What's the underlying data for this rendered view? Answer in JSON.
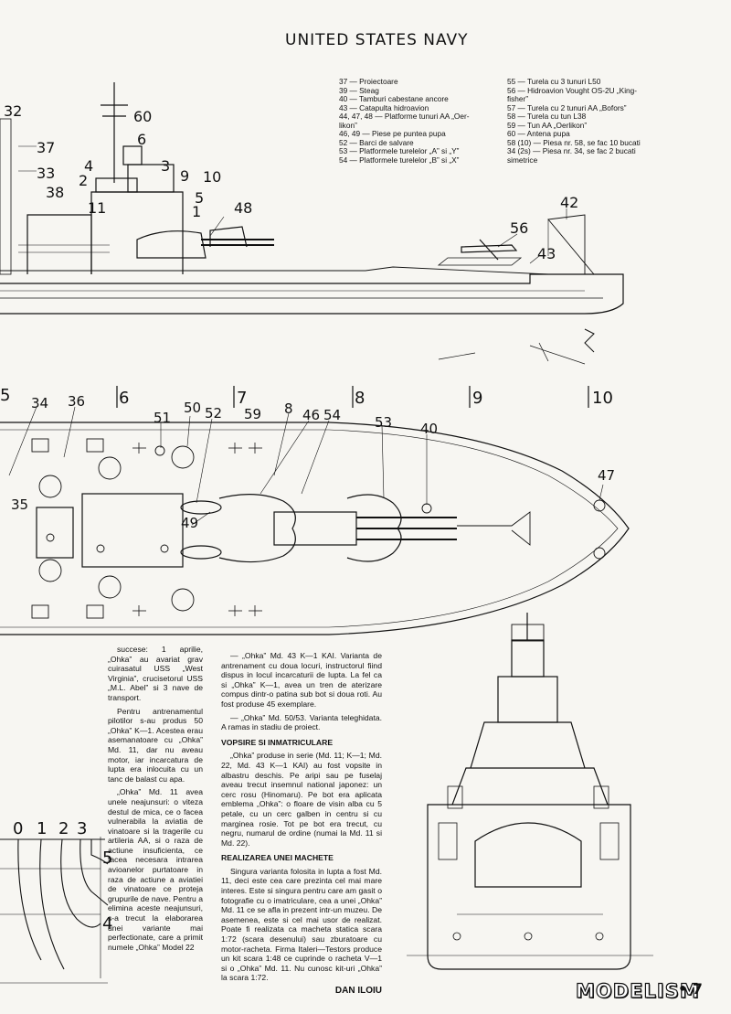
{
  "header": {
    "title": "UNITED STATES NAVY"
  },
  "legend": {
    "left": [
      "37 — Proiectoare",
      "39 — Steag",
      "40 — Tamburi cabestane ancore",
      "43 — Catapulta hidroavion",
      "44, 47, 48 — Platforme tunuri AA „Oer-",
      "likon”",
      "46, 49 — Piese pe puntea pupa",
      "52 — Barci de salvare",
      "53 — Platformele turelelor „A” si „Y”",
      "54 — Platformele turelelor „B” si „X”"
    ],
    "right": [
      "55 — Turela cu 3 tunuri L50",
      "56 — Hidroavion Vought OS-2U „King-",
      "fisher”",
      "57 — Turela cu 2 tunuri AA „Bofors”",
      "58 — Turela cu tun L38",
      "59 — Tun AA „Oerlikon”",
      "60 — Antena pupa",
      "58 (10) — Piesa nr. 58, se fac 10 bucati",
      "34 (2s) — Piesa nr. 34, se fac 2 bucati",
      "simetrice"
    ]
  },
  "labels": {
    "side": [
      "32",
      "60",
      "37",
      "6",
      "33",
      "4",
      "3",
      "2",
      "9",
      "10",
      "38",
      "5",
      "11",
      "1",
      "48",
      "42",
      "56",
      "43"
    ],
    "sections": [
      "5",
      "6",
      "7",
      "8",
      "9",
      "10"
    ],
    "top": [
      "34",
      "36",
      "51",
      "50",
      "52",
      "59",
      "8",
      "46",
      "54",
      "53",
      "40",
      "47",
      "35",
      "49"
    ],
    "hull": [
      "0",
      "1",
      "2",
      "3",
      "5",
      "4"
    ]
  },
  "article": {
    "col1": [
      "succese: 1 aprilie, „Ohka” au avariat grav cuirasatul USS „West Virginia”, crucisetorul USS „M.L. Abel” si 3 nave de transport.",
      "Pentru antrenamentul pilotilor s-au produs 50 „Ohka” K—1. Acestea erau asemanatoare cu „Ohka” Md. 11, dar nu aveau motor, iar incarcatura de lupta era inlocuita cu un tanc de balast cu apa.",
      "„Ohka” Md. 11 avea unele neajunsuri: o viteza destul de mica, ce o facea vulnerabila la aviatia de vinatoare si la tragerile cu artileria AA, si o raza de actiune insuficienta, ce facea necesara intrarea avioanelor purtatoare in raza de actiune a aviatiei de vinatoare ce proteja grupurile de nave. Pentru a elimina aceste neajunsuri, s-a trecut la elaborarea unei variante mai perfectionate, care a primit numele „Ohka” Model 22"
    ],
    "col2_intro": [
      "— „Ohka” Md. 43 K—1 KAI. Varianta de antrenament cu doua locuri, instructorul fiind dispus in locul incarcaturii de lupta. La fel ca si „Ohka” K—1, avea un tren de aterizare compus dintr-o patina sub bot si doua roti. Au fost produse 45 exemplare.",
      "— „Ohka” Md. 50/53. Varianta teleghidata. A ramas in stadiu de proiect."
    ],
    "heading1": "VOPSIRE SI INMATRICULARE",
    "col2_mid": [
      "„Ohka” produse in serie (Md. 11; K—1; Md. 22, Md. 43 K—1 KAI) au fost vopsite in albastru deschis. Pe aripi sau pe fuselaj aveau trecut insemnul national japonez: un cerc rosu (Hinomaru). Pe bot era aplicata emblema „Ohka”: o floare de visin alba cu 5 petale, cu un cerc galben in centru si cu marginea rosie. Tot pe bot era trecut, cu negru, numarul de ordine (numai la Md. 11 si Md. 22)."
    ],
    "heading2": "REALIZAREA UNEI MACHETE",
    "col2_end": [
      "Singura varianta folosita in lupta a fost Md. 11, deci este cea care prezinta cel mai mare interes. Este si singura pentru care am gasit o fotografie cu o imatriculare, cea a unei „Ohka” Md. 11 ce se afla in prezent intr-un muzeu. De asemenea, este si cel mai usor de realizat. Poate fi realizata ca macheta statica scara 1:72 (scara desenului) sau zburatoare cu motor-racheta. Firma Italeri—Testors produce un kit scara 1:48 ce cuprinde o racheta V—1 si o „Ohka” Md. 11. Nu cunosc kit-uri „Ohka” la scara 1:72."
    ],
    "author": "DAN ILOIU"
  },
  "footer": {
    "brand": "MODELISM",
    "page": "• 7"
  }
}
